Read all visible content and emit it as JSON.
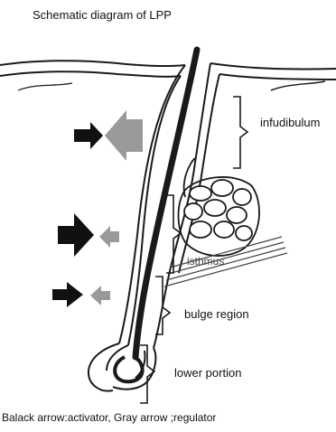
{
  "title": "Schematic diagram of LPP",
  "labels": {
    "infundibulum": "infudibulum",
    "isthmus": "isthmus",
    "bulge": "bulge region",
    "lower": "lower portion"
  },
  "caption": "Balack arrow:activator, Gray arrow ;regulator",
  "colors": {
    "activator_arrow": "#111111",
    "regulator_arrow": "#9a9a9a",
    "outline": "#1a1a1a",
    "hair_shaft": "#1a1a1a"
  },
  "arrows": [
    {
      "kind": "activator",
      "level": "infundibulum"
    },
    {
      "kind": "regulator",
      "level": "infundibulum"
    },
    {
      "kind": "activator",
      "level": "isthmus"
    },
    {
      "kind": "regulator",
      "level": "isthmus"
    },
    {
      "kind": "activator",
      "level": "bulge"
    },
    {
      "kind": "regulator",
      "level": "bulge"
    }
  ]
}
